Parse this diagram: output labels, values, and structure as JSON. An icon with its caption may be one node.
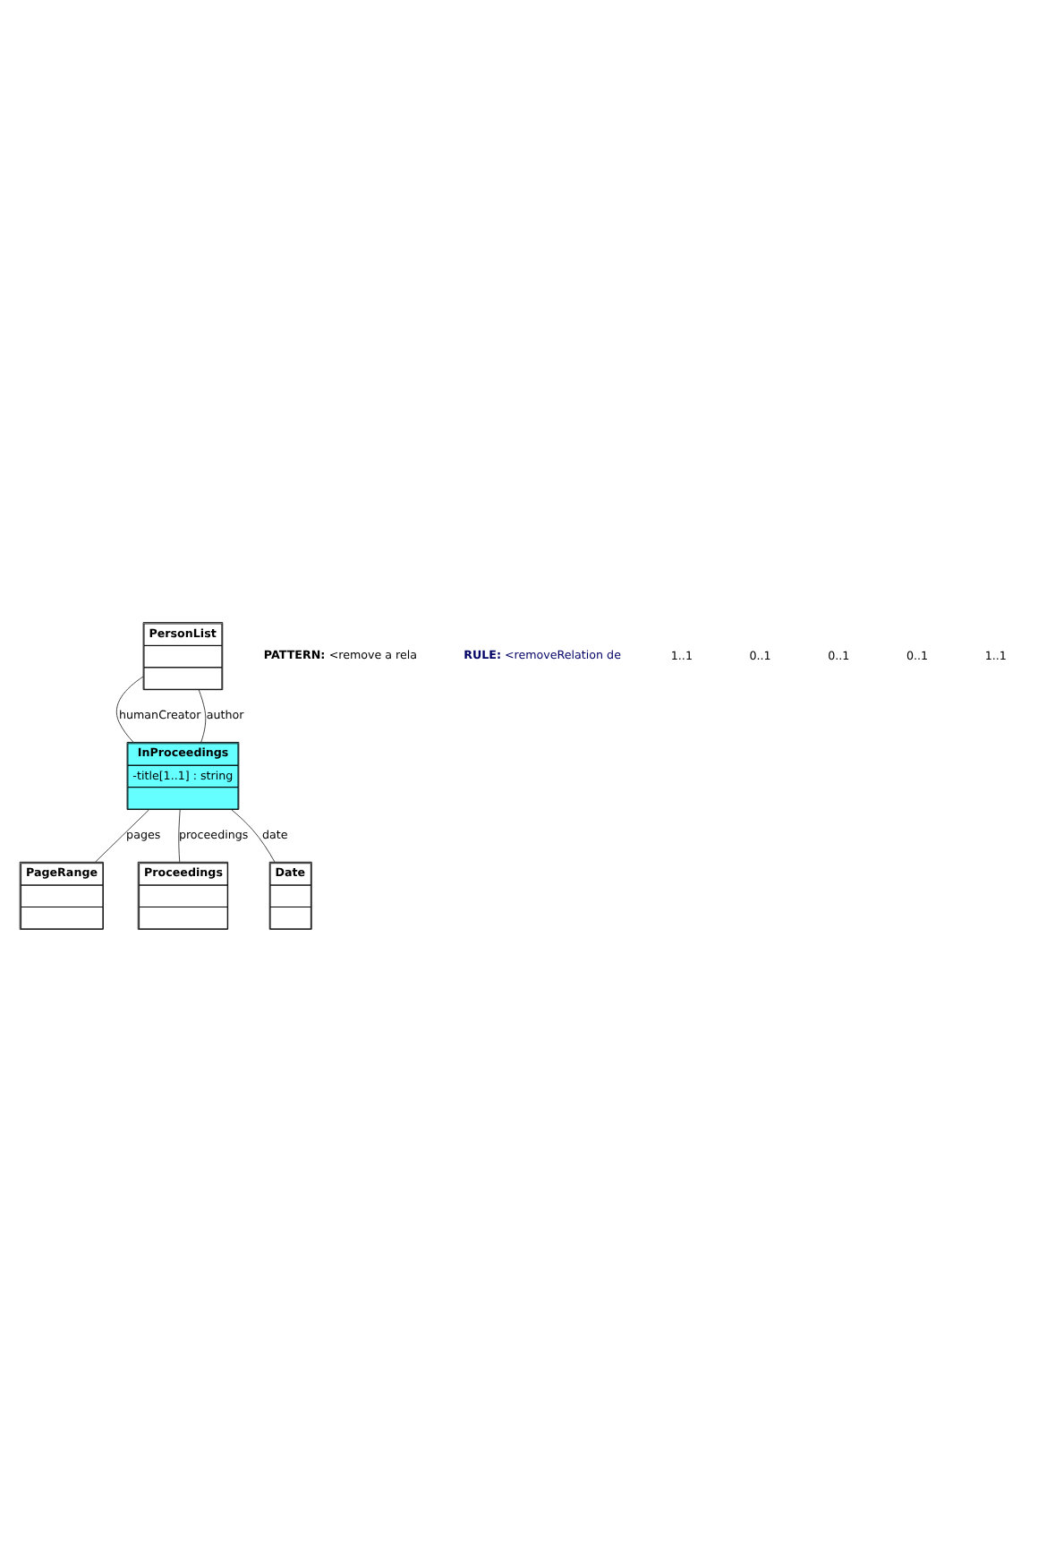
{
  "diagram": {
    "nodes": [
      {
        "text": [
          "PersonList"
        ]
      },
      {
        "text": [
          "InProceedings",
          "-title[1..1] : string"
        ]
      },
      {
        "text": [
          "PageRange"
        ]
      },
      {
        "text": [
          "Proceedings"
        ]
      },
      {
        "text": [
          "Date"
        ]
      }
    ],
    "edges": [
      {
        "from": 0,
        "to": 1,
        "arrow": "none",
        "label": "humanCreator"
      },
      {
        "from": 0,
        "to": 1,
        "arrow": "none",
        "label": "author"
      },
      {
        "from": 1,
        "to": 2,
        "arrow": "none",
        "label": "pages"
      },
      {
        "from": 1,
        "to": 3,
        "arrow": "none",
        "label": "proceedings"
      },
      {
        "from": 1,
        "to": 4,
        "arrow": "none",
        "label": "date"
      }
    ],
    "labels": [
      "**PATTERN:** <remove a rela",
      "**RULE:** <removeRelation de",
      "1..1",
      "0..1",
      "0..1",
      "0..1",
      "1..1"
    ]
  }
}
